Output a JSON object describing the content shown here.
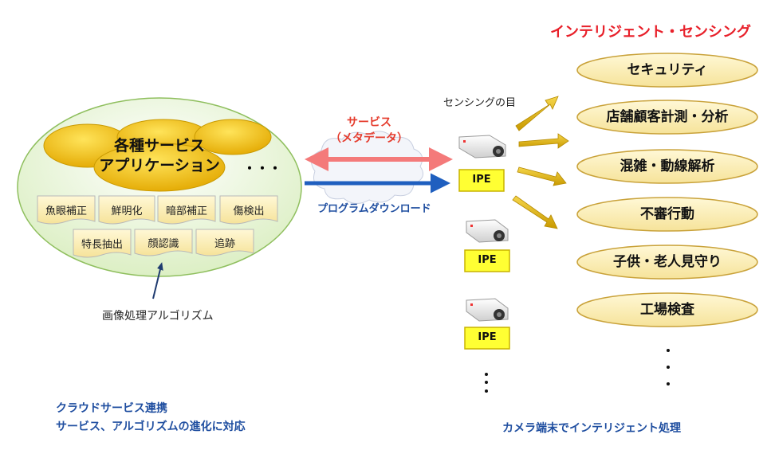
{
  "cloud_app": {
    "title_line1": "各種サービス",
    "title_line2": "アプリケーション",
    "ellipsis": "・・・",
    "algorithms": [
      "魚眼補正",
      "鮮明化",
      "暗部補正",
      "傷検出",
      "特長抽出",
      "顔認識",
      "追跡"
    ],
    "algorithm_caption": "画像処理アルゴリズム"
  },
  "link": {
    "service_line1": "サービス",
    "service_line2": "（メタデータ）",
    "download": "プログラムダウンロード"
  },
  "cameras": {
    "eye_label": "センシングの目",
    "ipe_labels": [
      "IPE",
      "IPE",
      "IPE"
    ]
  },
  "intelligent_sensing": {
    "title": "インテリジェント・センシング",
    "functions": [
      "セキュリティ",
      "店舗顧客計測・分析",
      "混雑・動線解析",
      "不審行動",
      "子供・老人見守り",
      "工場検査"
    ]
  },
  "captions": {
    "left_line1": "クラウドサービス連携",
    "left_line2": "サービス、アルゴリズムの進化に対応",
    "right": "カメラ端末でインテリジェント処理"
  },
  "colors": {
    "green_fill": "#eef7df",
    "gold": "#f2c200",
    "cream": "#fcf2c0",
    "ipe_yellow": "#ffff33",
    "red_arrow": "#f47a7a",
    "blue_arrow": "#1f5fbf"
  }
}
